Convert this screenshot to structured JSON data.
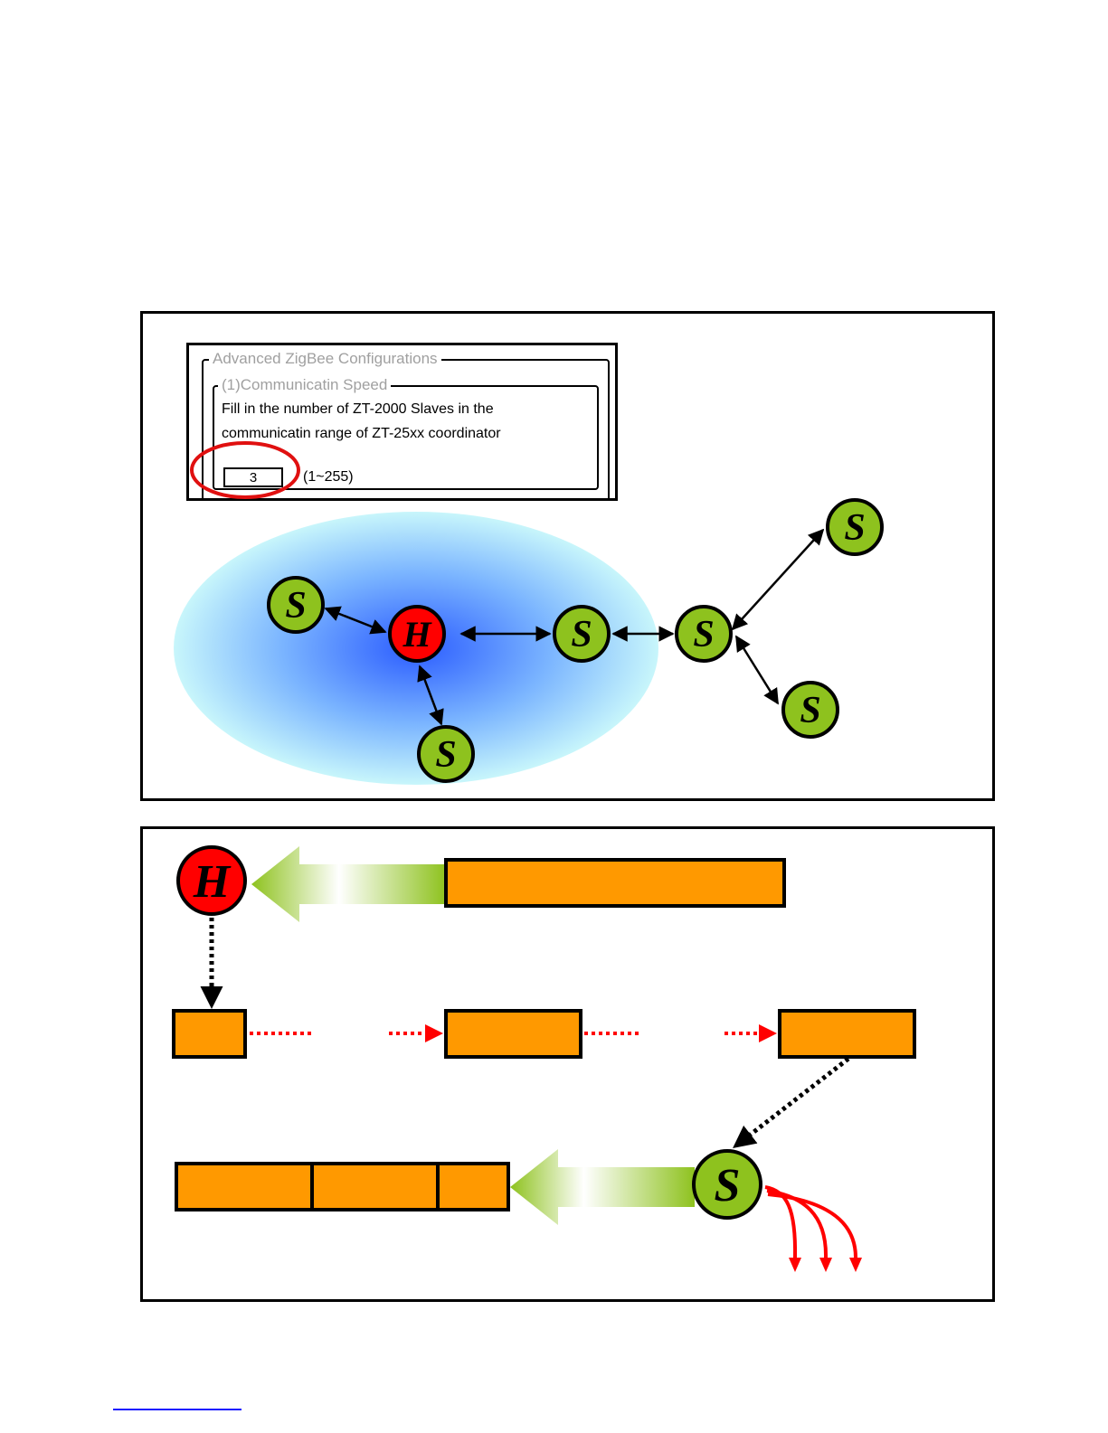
{
  "config_panel": {
    "group_title": "Advanced ZigBee Configurations",
    "section_title": "(1)Communicatin Speed",
    "description_line1": "Fill in the number of ZT-2000 Slaves in the",
    "description_line2": "communicatin range of ZT-25xx coordinator",
    "slave_count_value": "3",
    "range_hint": "(1~255)"
  },
  "nodes": {
    "host_letter": "H",
    "slave_letter": "S"
  },
  "colors": {
    "host_fill": "#ff0000",
    "slave_fill": "#8ec21e",
    "packet_fill": "#ff9900",
    "highlight_ring": "#e01010",
    "red_arrow": "#ff0000",
    "range_core": "#2b5cff",
    "range_edge": "#c8f6fb"
  }
}
